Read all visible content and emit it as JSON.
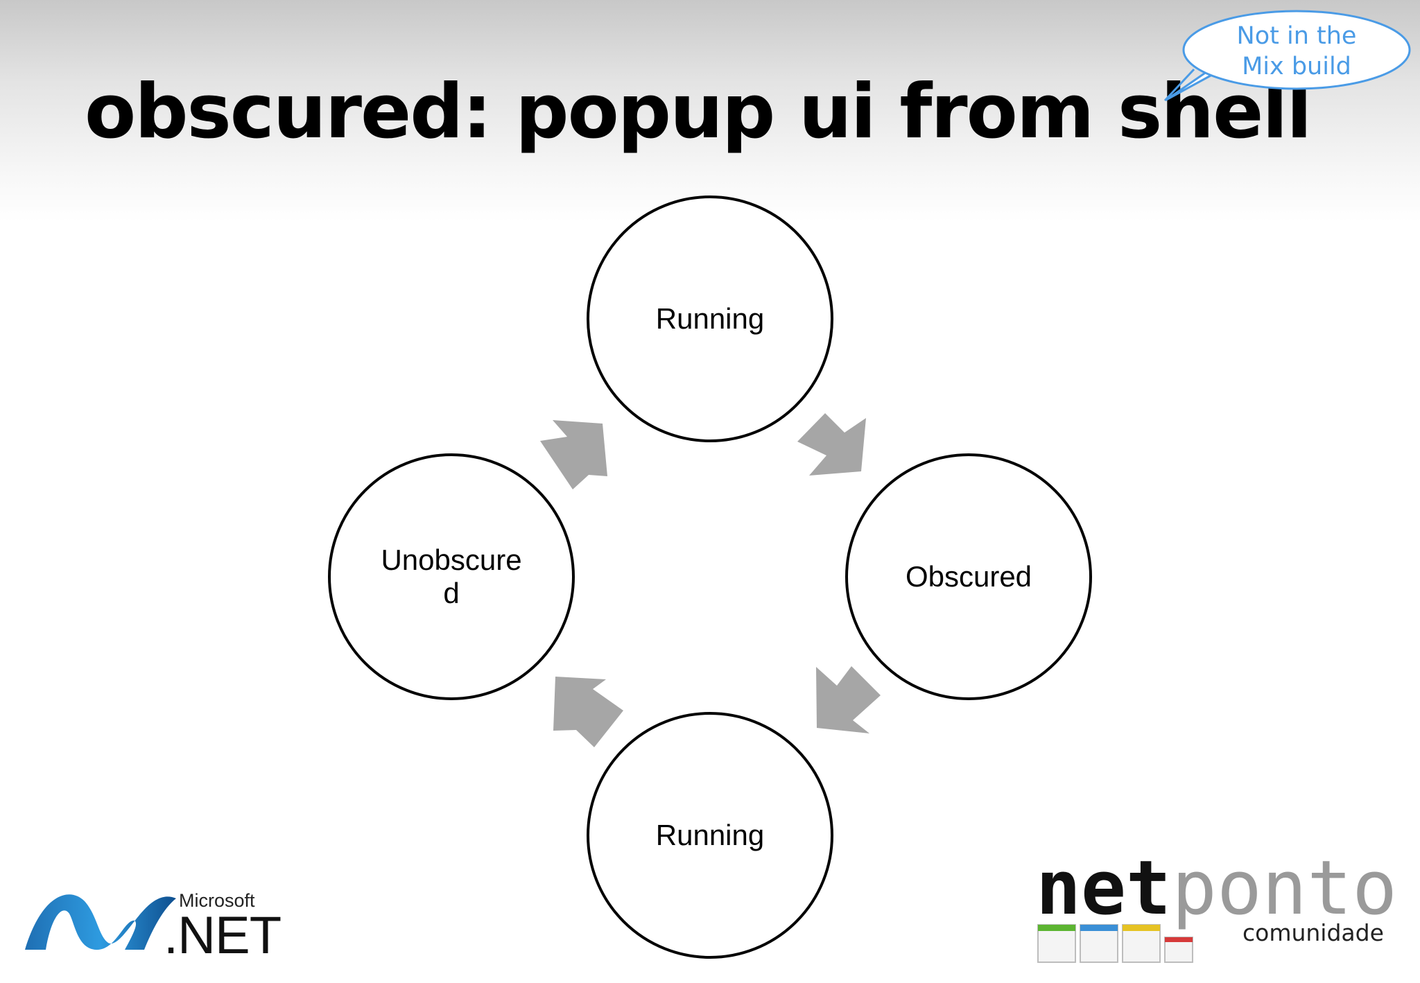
{
  "slide": {
    "title": "obscured: popup ui from shell"
  },
  "callout": {
    "line1": "Not in the",
    "line2": "Mix build",
    "color": "#4a9be6"
  },
  "diagram": {
    "nodes": [
      {
        "label": "Running"
      },
      {
        "label": "Obscured"
      },
      {
        "label": "Running"
      },
      {
        "label_line1": "Unobscure",
        "label_line2": "d"
      }
    ],
    "arrow_color": "#a6a6a6",
    "direction": "clockwise"
  },
  "logos": {
    "dotnet": {
      "brand": "Microsoft",
      "product": ".NET",
      "icon": "dotnet-wave-icon"
    },
    "netponto": {
      "part1": "net",
      "part2": "ponto",
      "subtitle": "comunidade",
      "box_colors": [
        "#5cb531",
        "#3a8fd6",
        "#e6c323",
        "#d63a3a"
      ]
    }
  }
}
